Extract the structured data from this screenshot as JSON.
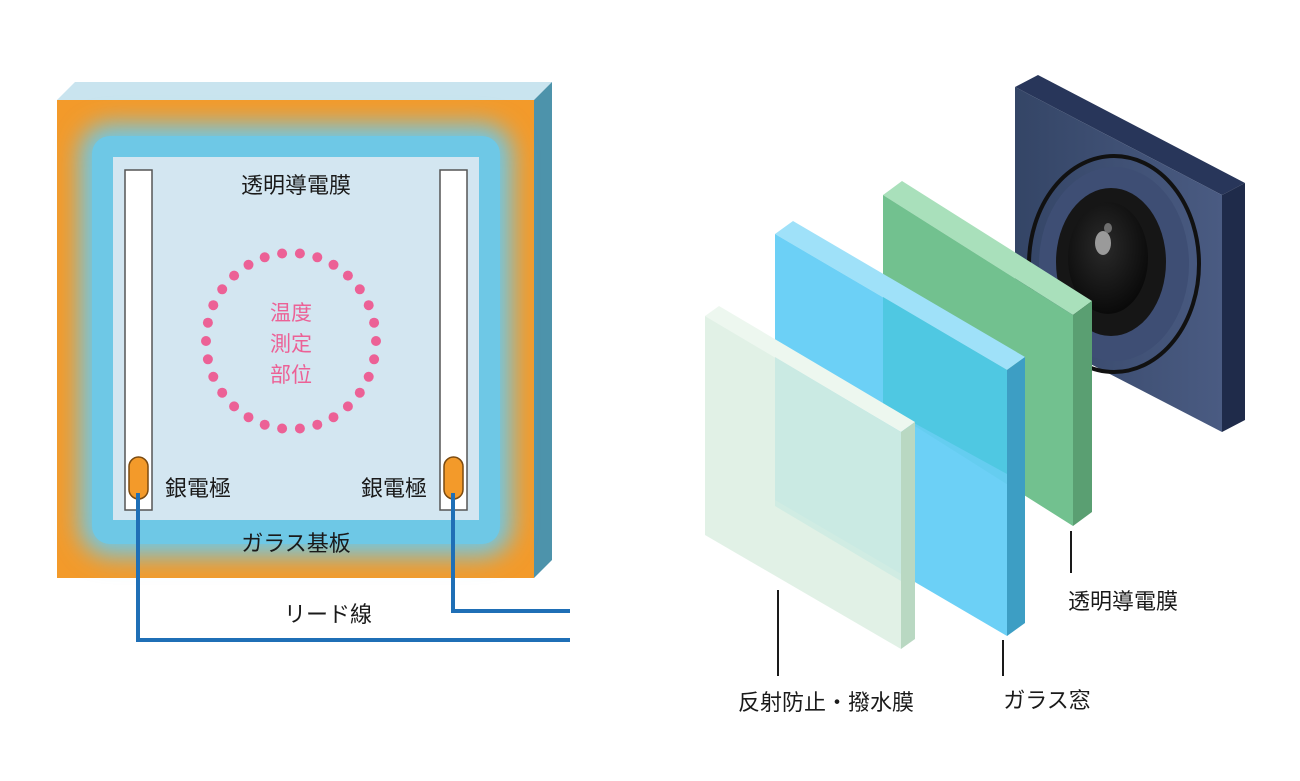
{
  "left_diagram": {
    "film_label": "透明導電膜",
    "measure_label": [
      "温度",
      "測定",
      "部位"
    ],
    "electrode_left_label": "銀電極",
    "electrode_right_label": "銀電極",
    "substrate_label": "ガラス基板",
    "lead_label": "リード線"
  },
  "right_diagram": {
    "film_label": "透明導電膜",
    "window_label": "ガラス窓",
    "coating_label": "反射防止・撥水膜"
  },
  "colors": {
    "heater_orange": "#f39a2a",
    "glass_blue": "#6ec8e6",
    "film_pale": "#d3e6f1",
    "lead_blue": "#1f6fb6",
    "dot_pink": "#ec6196",
    "green_film": "#72c18f",
    "blue_glass": "#64cdf6",
    "pale_coating": "#dcefe2",
    "camera_navy": "#3a4a6c"
  }
}
